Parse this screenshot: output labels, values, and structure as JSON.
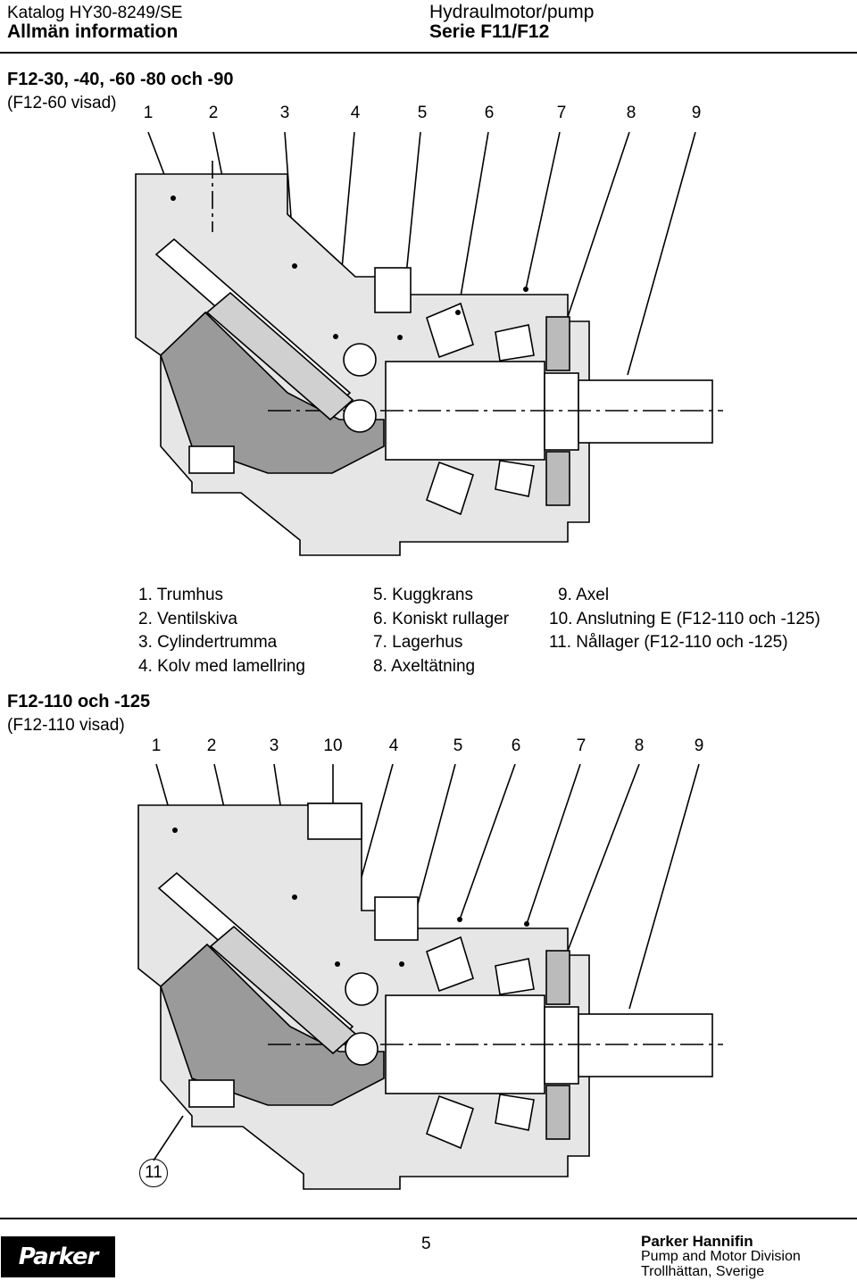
{
  "header": {
    "catalog": "Katalog HY30-8249/SE",
    "section": "Allmän information",
    "product": "Hydraulmotor/pump",
    "series": "Serie F11/F12"
  },
  "section1": {
    "title": "F12-30, -40, -60 -80 och -90",
    "subtitle": "(F12-60 visad)",
    "callouts": [
      "1",
      "2",
      "3",
      "4",
      "5",
      "6",
      "7",
      "8",
      "9"
    ]
  },
  "legend": {
    "col1": [
      "1. Trumhus",
      "2. Ventilskiva",
      "3. Cylindertrumma",
      "4. Kolv med lamellring"
    ],
    "col2": [
      "5. Kuggkrans",
      "6. Koniskt rullager",
      "7. Lagerhus",
      "8. Axeltätning"
    ],
    "col3": [
      "9. Axel",
      "10. Anslutning E (F12-110 och -125)",
      "11. Nållager (F12-110 och -125)"
    ]
  },
  "section2": {
    "title": "F12-110 och -125",
    "subtitle": "(F12-110 visad)",
    "callouts": [
      "1",
      "2",
      "3",
      "10",
      "4",
      "5",
      "6",
      "7",
      "8",
      "9"
    ],
    "bottom_callout": "11"
  },
  "footer": {
    "logo": "Parker",
    "page": "5",
    "company": "Parker Hannifin",
    "division": "Pump and Motor Division",
    "location": "Trollhättan, Sverige"
  }
}
